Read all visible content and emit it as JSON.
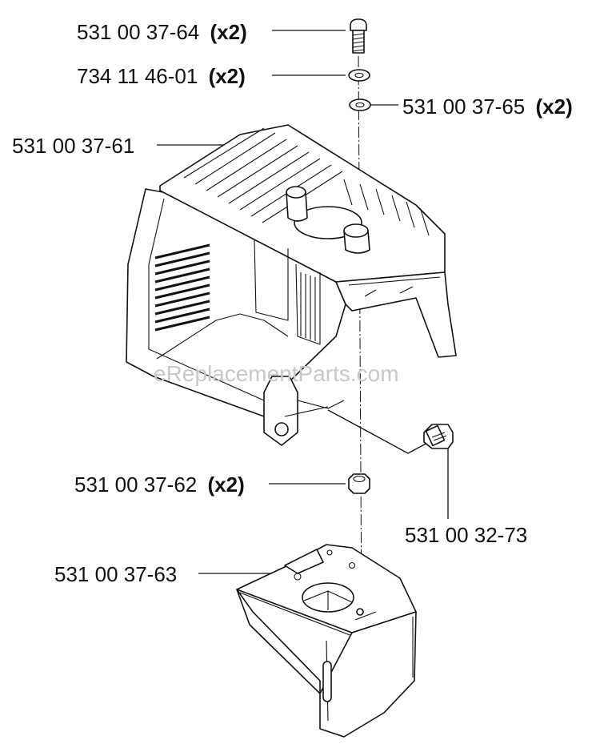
{
  "parts": [
    {
      "id": "bolt",
      "number": "531 00 37-64",
      "qty": "(x2)"
    },
    {
      "id": "washer-top",
      "number": "734 11 46-01",
      "qty": "(x2)"
    },
    {
      "id": "washer-lower",
      "number": "531 00 37-65",
      "qty": "(x2)"
    },
    {
      "id": "cylinder-cover",
      "number": "531 00 37-61",
      "qty": ""
    },
    {
      "id": "nut",
      "number": "531 00 37-62",
      "qty": "(x2)"
    },
    {
      "id": "screw",
      "number": "531 00 32-73",
      "qty": ""
    },
    {
      "id": "bracket",
      "number": "531 00 37-63",
      "qty": ""
    }
  ],
  "watermark": "eReplacementParts.com"
}
